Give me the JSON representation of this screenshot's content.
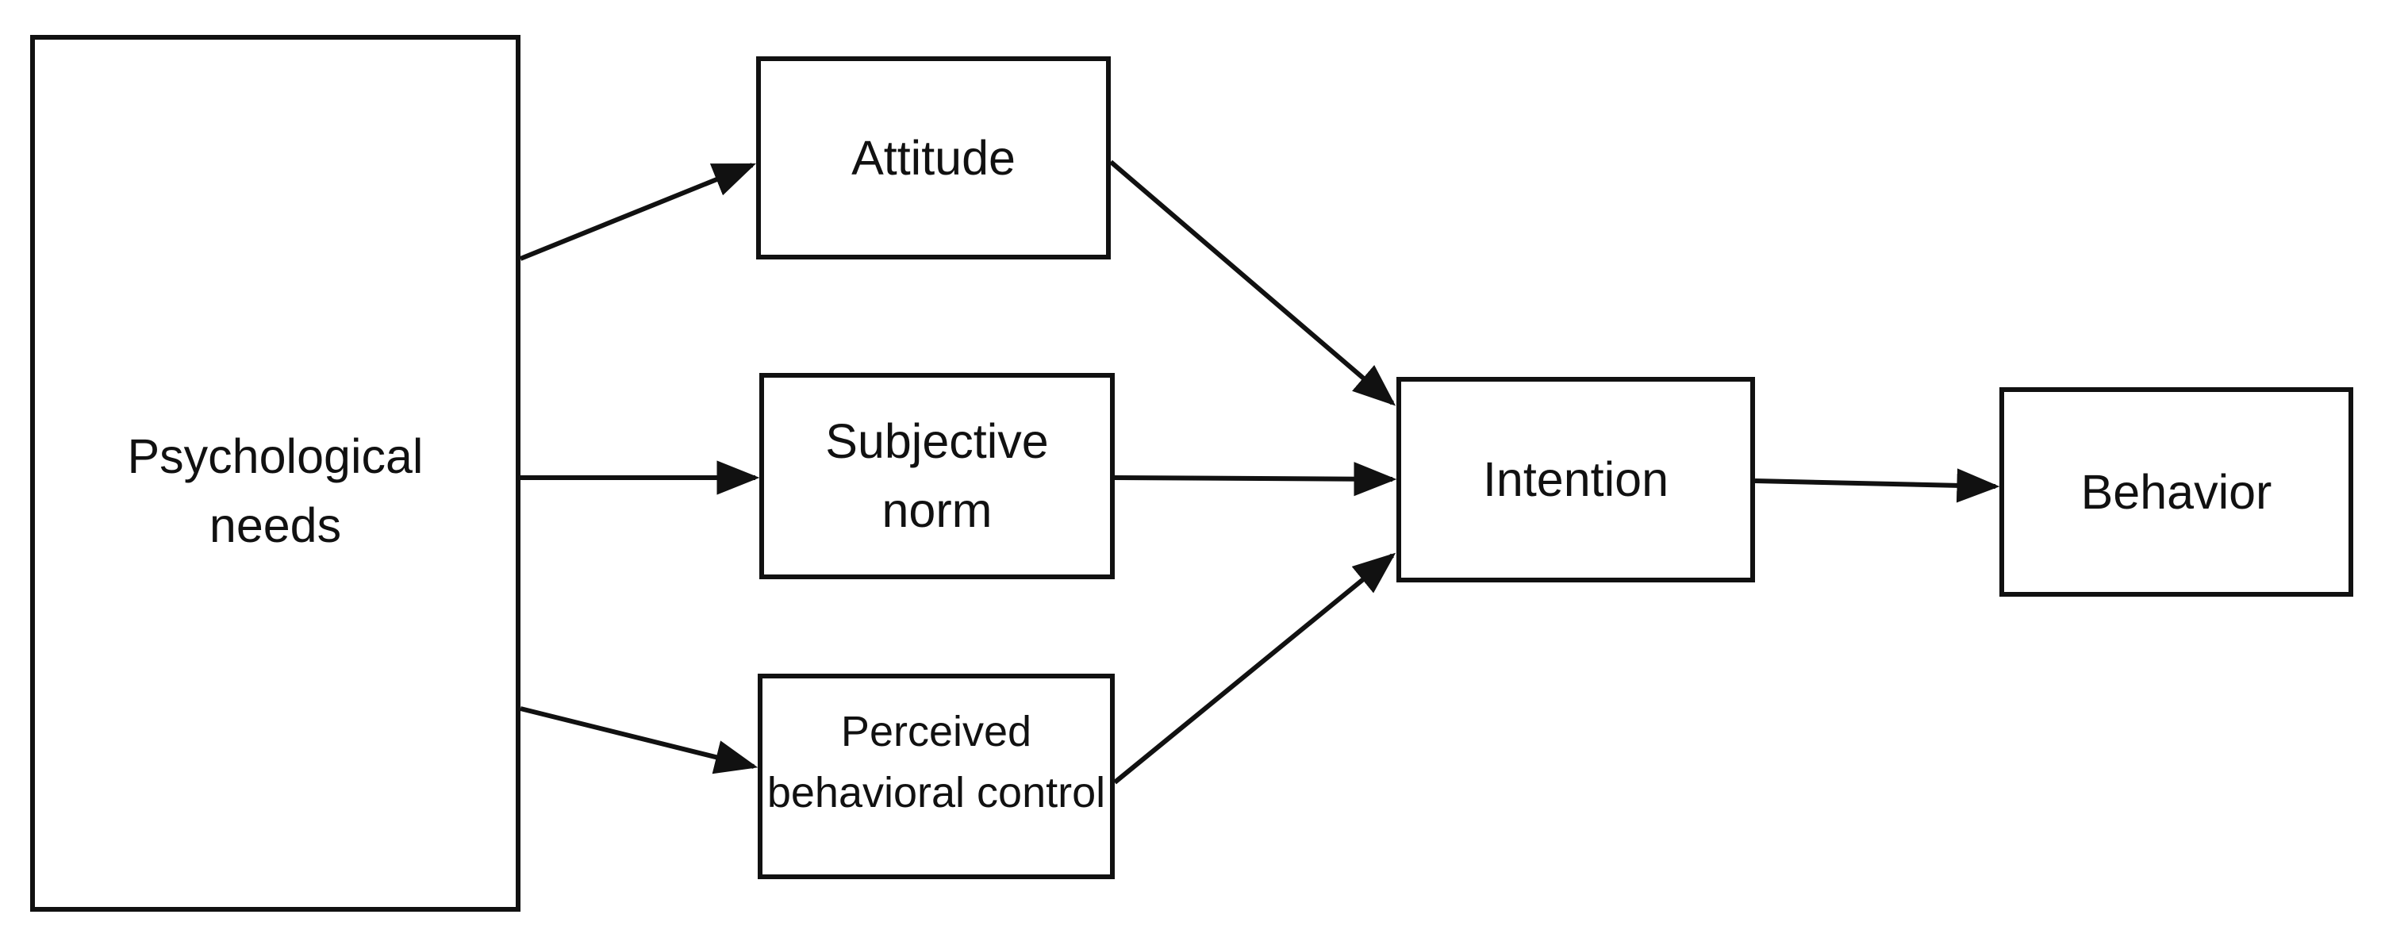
{
  "diagram": {
    "type": "flow-diagram",
    "nodes": {
      "psychological_needs": {
        "lines": [
          "Psychological",
          "needs"
        ]
      },
      "attitude": {
        "lines": [
          "Attitude"
        ]
      },
      "subjective_norm": {
        "lines": [
          "Subjective",
          "norm"
        ]
      },
      "perceived_behavioral_control": {
        "lines": [
          "Perceived",
          "behavioral control"
        ]
      },
      "intention": {
        "lines": [
          "Intention"
        ]
      },
      "behavior": {
        "lines": [
          "Behavior"
        ]
      }
    },
    "edges": [
      {
        "from": "psychological_needs",
        "to": "attitude"
      },
      {
        "from": "psychological_needs",
        "to": "subjective_norm"
      },
      {
        "from": "psychological_needs",
        "to": "perceived_behavioral_control"
      },
      {
        "from": "attitude",
        "to": "intention"
      },
      {
        "from": "subjective_norm",
        "to": "intention"
      },
      {
        "from": "perceived_behavioral_control",
        "to": "intention"
      },
      {
        "from": "intention",
        "to": "behavior"
      }
    ],
    "colors": {
      "line": "#111111",
      "box_fill": "#ffffff",
      "text": "#111111",
      "background": "#ffffff"
    }
  }
}
